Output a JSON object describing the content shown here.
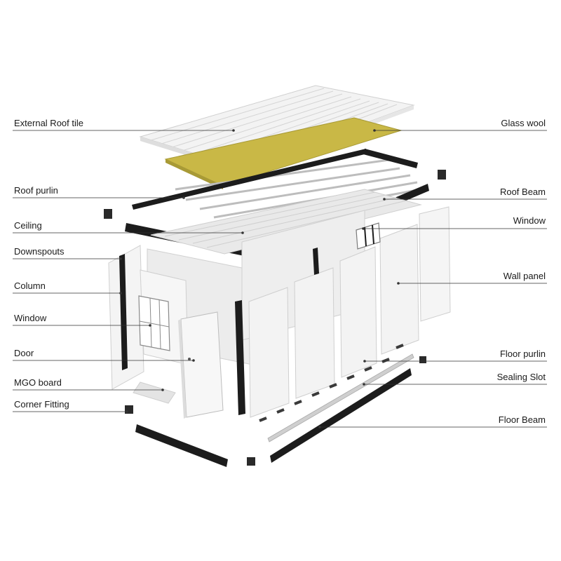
{
  "colors": {
    "panel": "#f2f2f2",
    "panel_shadow": "#d6d6d6",
    "beam": "#1c1c1c",
    "glass_wool": "#c9b846",
    "purlin": "#bdbdbd",
    "leader": "#333333"
  },
  "labels_left": [
    {
      "id": "external-roof-tile",
      "text": "External Roof tile"
    },
    {
      "id": "roof-purlin",
      "text": "Roof purlin"
    },
    {
      "id": "ceiling",
      "text": "Ceiling"
    },
    {
      "id": "downspouts",
      "text": "Downspouts"
    },
    {
      "id": "column",
      "text": "Column"
    },
    {
      "id": "window-left",
      "text": "Window"
    },
    {
      "id": "door",
      "text": "Door"
    },
    {
      "id": "mgo-board",
      "text": "MGO board"
    },
    {
      "id": "corner-fitting",
      "text": "Corner Fitting"
    }
  ],
  "labels_right": [
    {
      "id": "glass-wool",
      "text": "Glass wool"
    },
    {
      "id": "roof-beam",
      "text": "Roof Beam"
    },
    {
      "id": "window-right",
      "text": "Window"
    },
    {
      "id": "wall-panel",
      "text": "Wall panel"
    },
    {
      "id": "floor-purlin",
      "text": "Floor purlin"
    },
    {
      "id": "sealing-slot",
      "text": "Sealing Slot"
    },
    {
      "id": "floor-beam",
      "text": "Floor Beam"
    }
  ]
}
